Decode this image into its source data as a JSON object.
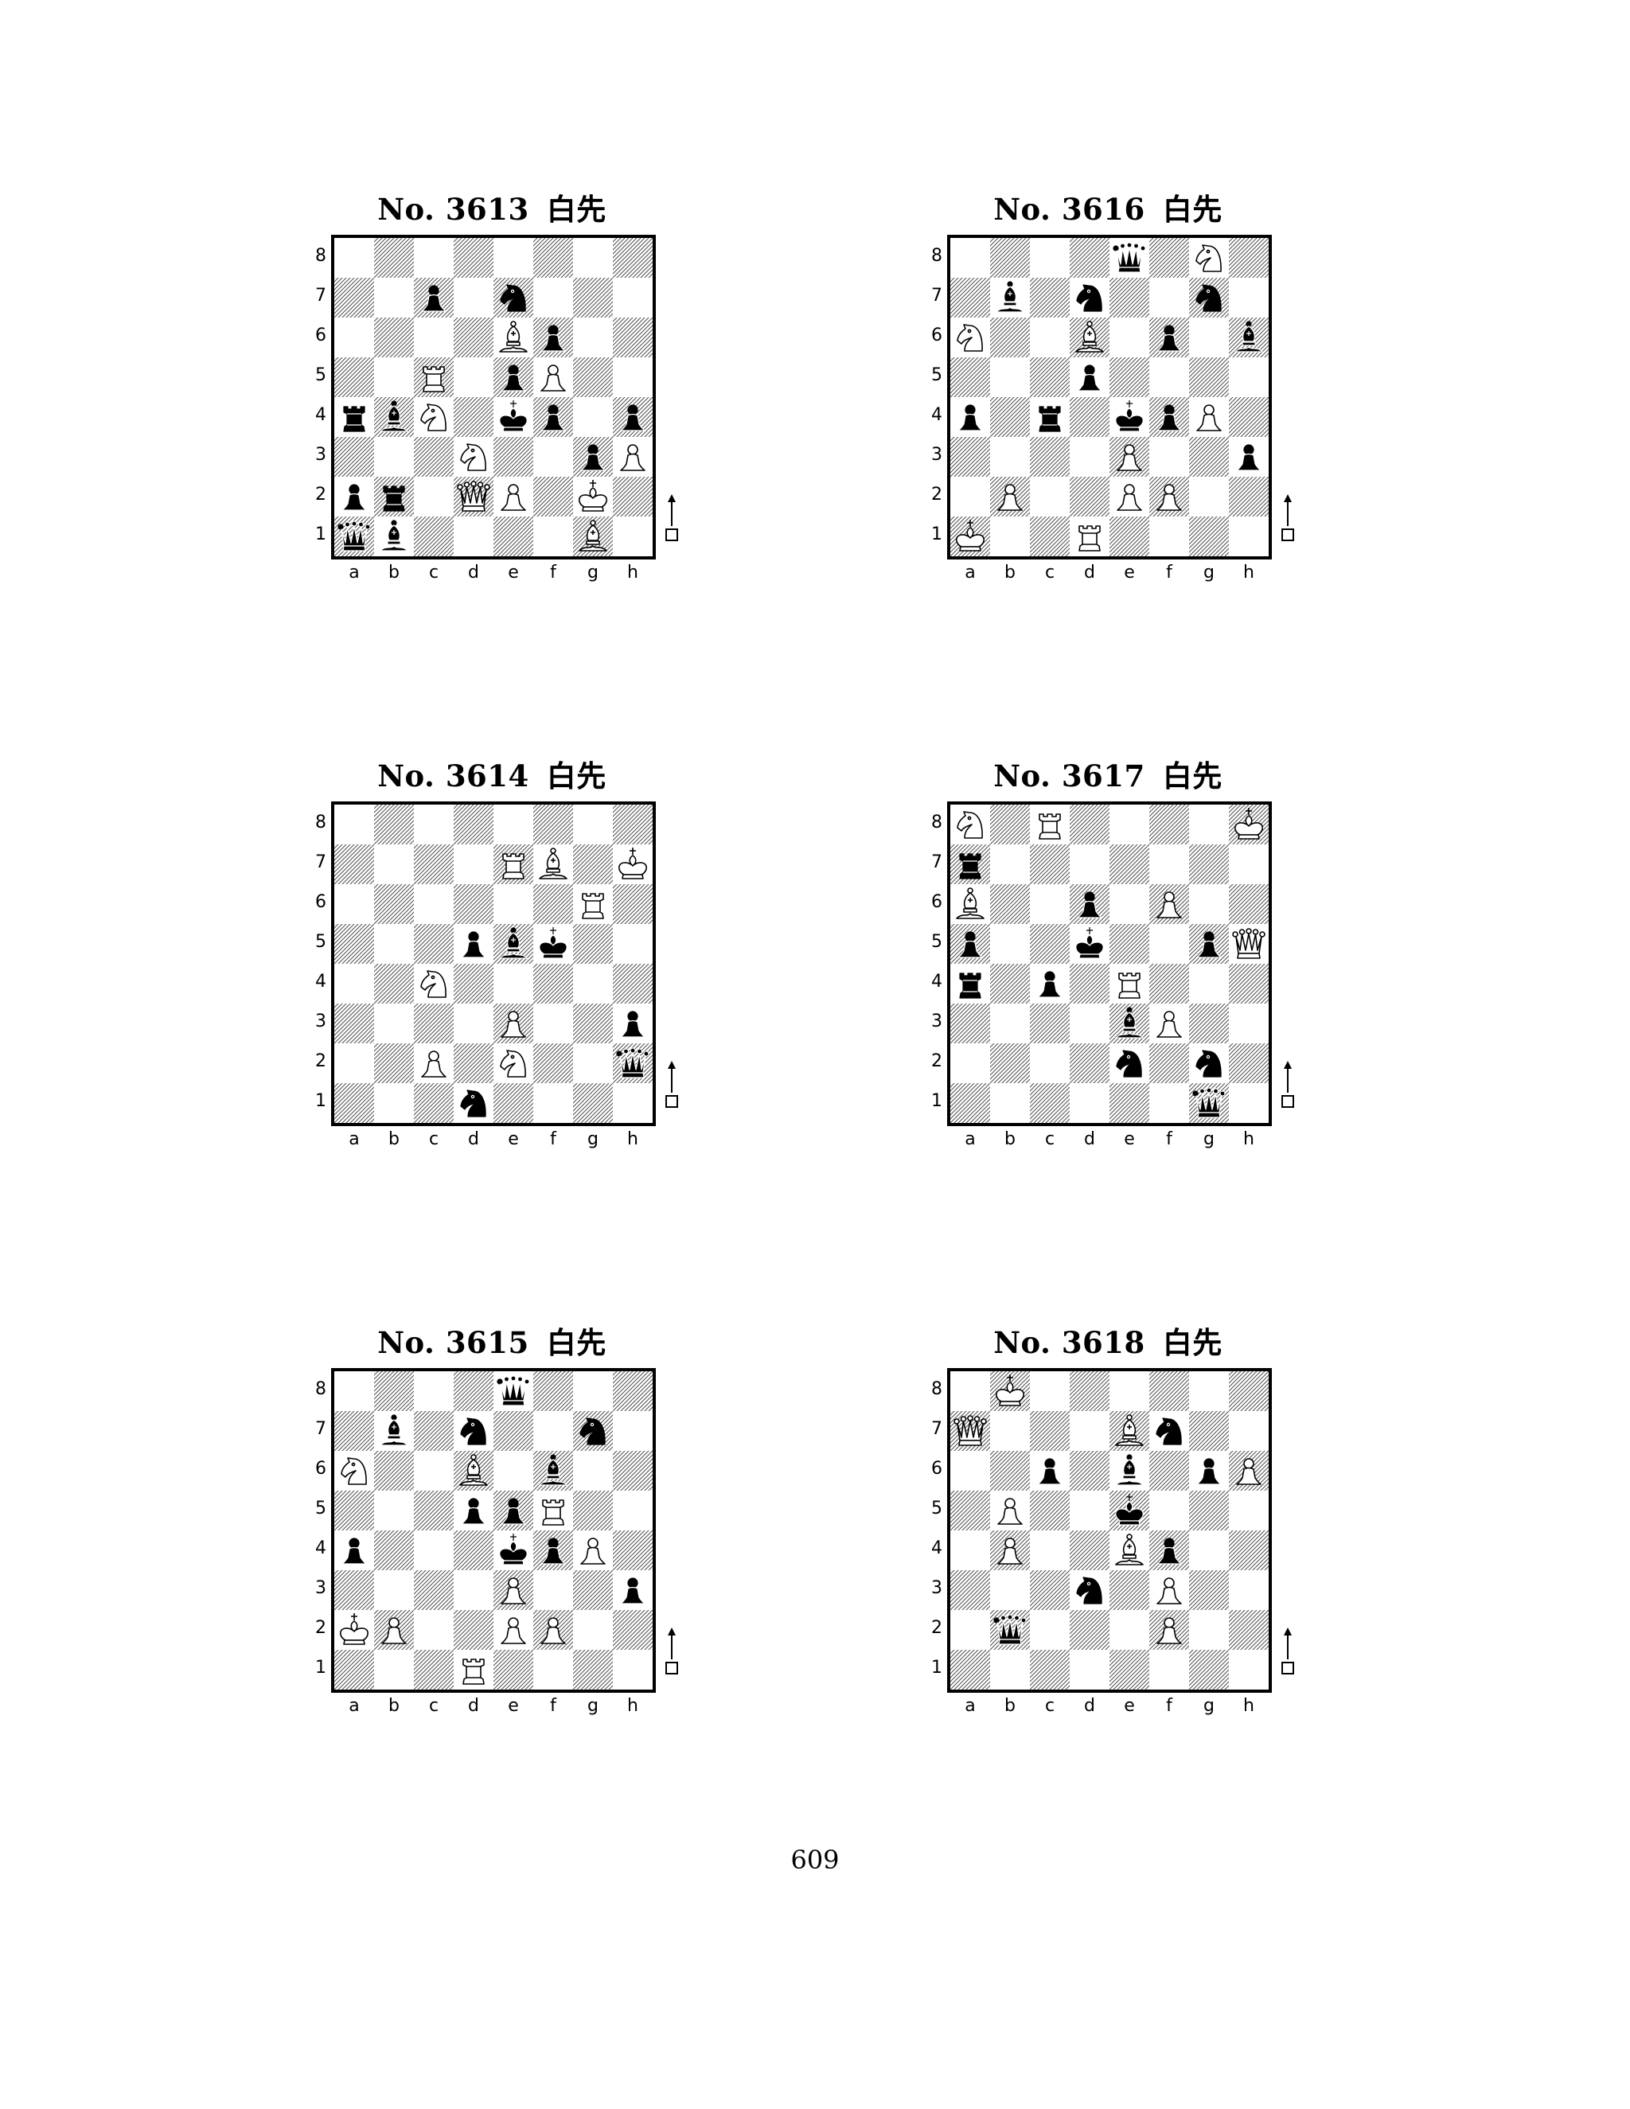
{
  "page": {
    "number": "609"
  },
  "files": [
    "a",
    "b",
    "c",
    "d",
    "e",
    "f",
    "g",
    "h"
  ],
  "ranks": [
    "8",
    "7",
    "6",
    "5",
    "4",
    "3",
    "2",
    "1"
  ],
  "problems": [
    {
      "number": "No. 3613",
      "side_to_move": "白先",
      "pieces": [
        {
          "piece": "bp",
          "square": "c7"
        },
        {
          "piece": "bn",
          "square": "e7"
        },
        {
          "piece": "wb",
          "square": "e6"
        },
        {
          "piece": "bp",
          "square": "f6"
        },
        {
          "piece": "wr",
          "square": "c5"
        },
        {
          "piece": "bp",
          "square": "e5"
        },
        {
          "piece": "wp",
          "square": "f5"
        },
        {
          "piece": "br",
          "square": "a4"
        },
        {
          "piece": "bb",
          "square": "b4"
        },
        {
          "piece": "wn",
          "square": "c4"
        },
        {
          "piece": "bk",
          "square": "e4"
        },
        {
          "piece": "bp",
          "square": "f4"
        },
        {
          "piece": "bp",
          "square": "h4"
        },
        {
          "piece": "wn",
          "square": "d3"
        },
        {
          "piece": "bp",
          "square": "g3"
        },
        {
          "piece": "wp",
          "square": "h3"
        },
        {
          "piece": "bp",
          "square": "a2"
        },
        {
          "piece": "br",
          "square": "b2"
        },
        {
          "piece": "wq",
          "square": "d2"
        },
        {
          "piece": "wp",
          "square": "e2"
        },
        {
          "piece": "wk",
          "square": "g2"
        },
        {
          "piece": "bq",
          "square": "a1"
        },
        {
          "piece": "bb",
          "square": "b1"
        },
        {
          "piece": "wb",
          "square": "g1"
        }
      ]
    },
    {
      "number": "No. 3616",
      "side_to_move": "白先",
      "pieces": [
        {
          "piece": "bq",
          "square": "e8"
        },
        {
          "piece": "wn",
          "square": "g8"
        },
        {
          "piece": "bb",
          "square": "b7"
        },
        {
          "piece": "bn",
          "square": "d7"
        },
        {
          "piece": "bn",
          "square": "g7"
        },
        {
          "piece": "wn",
          "square": "a6"
        },
        {
          "piece": "wb",
          "square": "d6"
        },
        {
          "piece": "bp",
          "square": "f6"
        },
        {
          "piece": "bb",
          "square": "h6"
        },
        {
          "piece": "bp",
          "square": "d5"
        },
        {
          "piece": "bp",
          "square": "a4"
        },
        {
          "piece": "br",
          "square": "c4"
        },
        {
          "piece": "bk",
          "square": "e4"
        },
        {
          "piece": "bp",
          "square": "f4"
        },
        {
          "piece": "wp",
          "square": "g4"
        },
        {
          "piece": "wp",
          "square": "e3"
        },
        {
          "piece": "bp",
          "square": "h3"
        },
        {
          "piece": "wp",
          "square": "b2"
        },
        {
          "piece": "wp",
          "square": "e2"
        },
        {
          "piece": "wp",
          "square": "f2"
        },
        {
          "piece": "wk",
          "square": "a1"
        },
        {
          "piece": "wr",
          "square": "d1"
        }
      ]
    },
    {
      "number": "No. 3614",
      "side_to_move": "白先",
      "pieces": [
        {
          "piece": "wr",
          "square": "e7"
        },
        {
          "piece": "wb",
          "square": "f7"
        },
        {
          "piece": "wk",
          "square": "h7"
        },
        {
          "piece": "wr",
          "square": "g6"
        },
        {
          "piece": "bp",
          "square": "d5"
        },
        {
          "piece": "bb",
          "square": "e5"
        },
        {
          "piece": "bk",
          "square": "f5"
        },
        {
          "piece": "wn",
          "square": "c4"
        },
        {
          "piece": "wp",
          "square": "e3"
        },
        {
          "piece": "bp",
          "square": "h3"
        },
        {
          "piece": "wp",
          "square": "c2"
        },
        {
          "piece": "wn",
          "square": "e2"
        },
        {
          "piece": "bq",
          "square": "h2"
        },
        {
          "piece": "bn",
          "square": "d1"
        }
      ]
    },
    {
      "number": "No. 3617",
      "side_to_move": "白先",
      "pieces": [
        {
          "piece": "wn",
          "square": "a8"
        },
        {
          "piece": "wr",
          "square": "c8"
        },
        {
          "piece": "wk",
          "square": "h8"
        },
        {
          "piece": "br",
          "square": "a7"
        },
        {
          "piece": "wb",
          "square": "a6"
        },
        {
          "piece": "bp",
          "square": "d6"
        },
        {
          "piece": "wp",
          "square": "f6"
        },
        {
          "piece": "bp",
          "square": "a5"
        },
        {
          "piece": "bk",
          "square": "d5"
        },
        {
          "piece": "bp",
          "square": "g5"
        },
        {
          "piece": "wq",
          "square": "h5"
        },
        {
          "piece": "br",
          "square": "a4"
        },
        {
          "piece": "bp",
          "square": "c4"
        },
        {
          "piece": "wr",
          "square": "e4"
        },
        {
          "piece": "bb",
          "square": "e3"
        },
        {
          "piece": "wp",
          "square": "f3"
        },
        {
          "piece": "bn",
          "square": "e2"
        },
        {
          "piece": "bn",
          "square": "g2"
        },
        {
          "piece": "bq",
          "square": "g1"
        }
      ]
    },
    {
      "number": "No. 3615",
      "side_to_move": "白先",
      "pieces": [
        {
          "piece": "bq",
          "square": "e8"
        },
        {
          "piece": "bb",
          "square": "b7"
        },
        {
          "piece": "bn",
          "square": "d7"
        },
        {
          "piece": "bn",
          "square": "g7"
        },
        {
          "piece": "wn",
          "square": "a6"
        },
        {
          "piece": "wb",
          "square": "d6"
        },
        {
          "piece": "bb",
          "square": "f6"
        },
        {
          "piece": "bp",
          "square": "d5"
        },
        {
          "piece": "bp",
          "square": "e5"
        },
        {
          "piece": "wr",
          "square": "f5"
        },
        {
          "piece": "bp",
          "square": "a4"
        },
        {
          "piece": "bk",
          "square": "e4"
        },
        {
          "piece": "bp",
          "square": "f4"
        },
        {
          "piece": "wp",
          "square": "g4"
        },
        {
          "piece": "wp",
          "square": "e3"
        },
        {
          "piece": "bp",
          "square": "h3"
        },
        {
          "piece": "wk",
          "square": "a2"
        },
        {
          "piece": "wp",
          "square": "b2"
        },
        {
          "piece": "wp",
          "square": "e2"
        },
        {
          "piece": "wp",
          "square": "f2"
        },
        {
          "piece": "wr",
          "square": "d1"
        }
      ]
    },
    {
      "number": "No. 3618",
      "side_to_move": "白先",
      "pieces": [
        {
          "piece": "wk",
          "square": "b8"
        },
        {
          "piece": "wq",
          "square": "a7"
        },
        {
          "piece": "wb",
          "square": "e7"
        },
        {
          "piece": "bn",
          "square": "f7"
        },
        {
          "piece": "bp",
          "square": "c6"
        },
        {
          "piece": "bb",
          "square": "e6"
        },
        {
          "piece": "bp",
          "square": "g6"
        },
        {
          "piece": "wp",
          "square": "h6"
        },
        {
          "piece": "wp",
          "square": "b5"
        },
        {
          "piece": "bk",
          "square": "e5"
        },
        {
          "piece": "wp",
          "square": "b4"
        },
        {
          "piece": "wb",
          "square": "e4"
        },
        {
          "piece": "bp",
          "square": "f4"
        },
        {
          "piece": "bn",
          "square": "d3"
        },
        {
          "piece": "wp",
          "square": "f3"
        },
        {
          "piece": "bq",
          "square": "b2"
        },
        {
          "piece": "wp",
          "square": "f2"
        }
      ]
    }
  ]
}
